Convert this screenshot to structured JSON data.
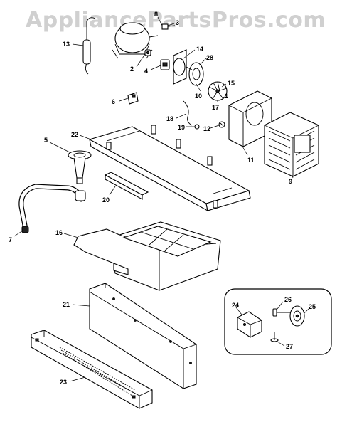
{
  "watermark": "AppliancePartsPros.com",
  "callouts": {
    "c13": "13",
    "c8": "8",
    "c3": "3",
    "c2": "2",
    "c4": "4",
    "c14": "14",
    "c28": "28",
    "c15": "15",
    "c10": "10",
    "c1": "1",
    "c17": "17",
    "c6": "6",
    "c18": "18",
    "c19": "19",
    "c12": "12",
    "c11": "11",
    "c9": "9",
    "c5": "5",
    "c22": "22",
    "c20": "20",
    "c7": "7",
    "c16": "16",
    "c21": "21",
    "c24": "24",
    "c26": "26",
    "c25": "25",
    "c27": "27",
    "c23": "23"
  }
}
